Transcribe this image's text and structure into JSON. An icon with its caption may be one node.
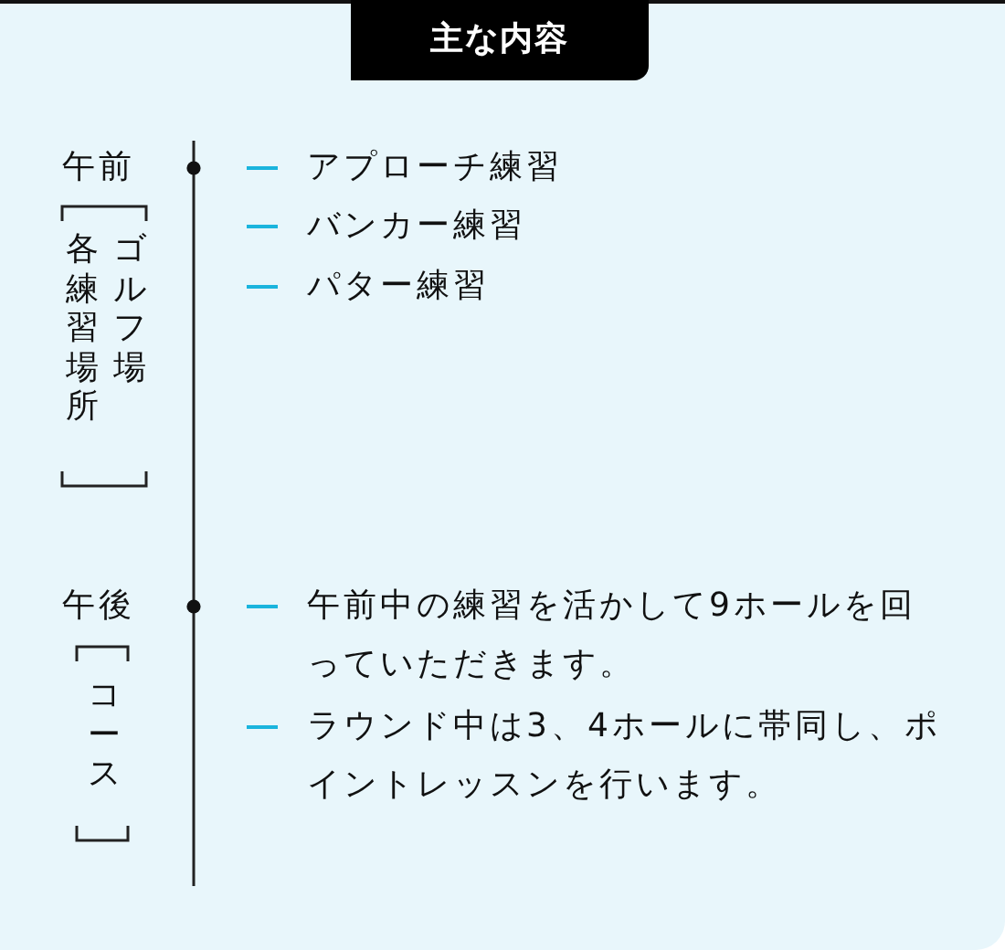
{
  "diagram": {
    "title": "主な内容",
    "labels": [
      "午前",
      "ゴルフ場",
      "各練習場所",
      "アプローチ練習",
      "バンカー練習",
      "パター練習",
      "午後",
      "コース",
      "午前中の練習を活かして9ホールを回っていただきます。",
      "ラウンド中は3、4ホールに帯同し、ポイントレッスンを行います。"
    ]
  }
}
